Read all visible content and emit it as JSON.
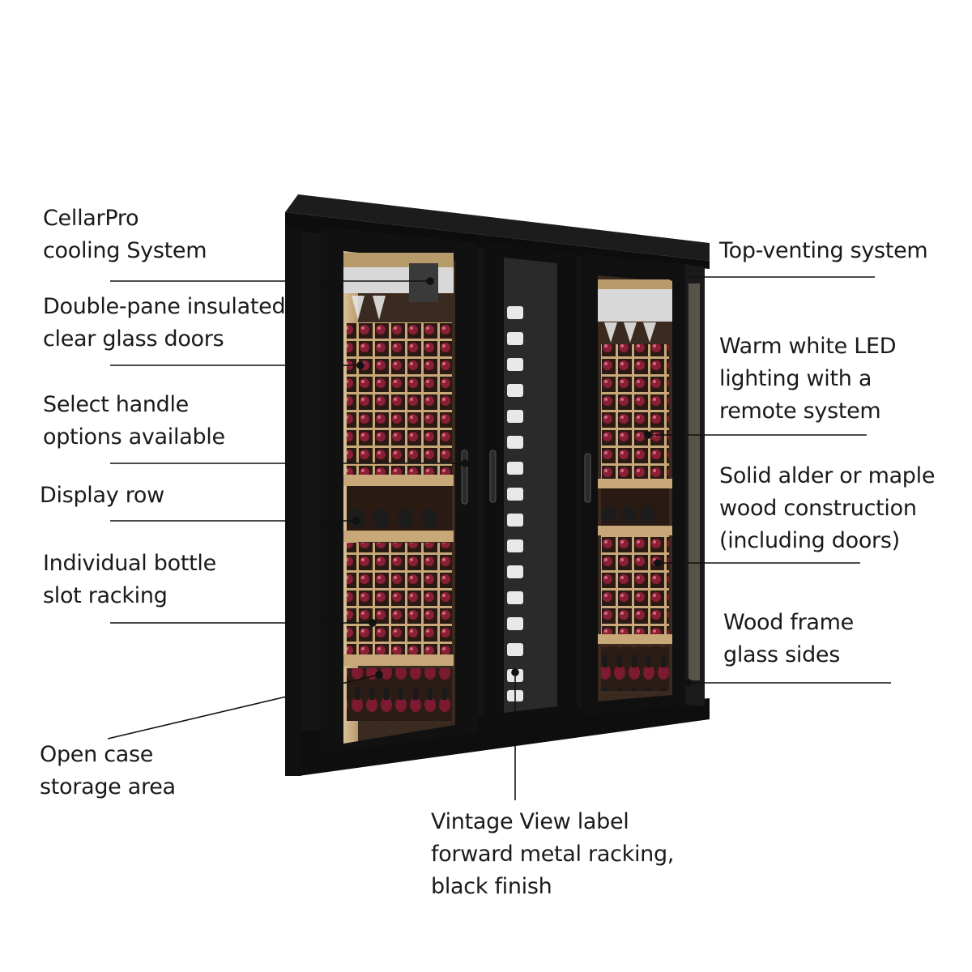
{
  "callouts": {
    "cooling": [
      "CellarPro",
      "cooling System"
    ],
    "doors": [
      "Double-pane insulated",
      "clear glass doors"
    ],
    "handle": [
      "Select handle",
      "options available"
    ],
    "display": [
      "Display row"
    ],
    "slot": [
      "Individual bottle",
      "slot racking"
    ],
    "opencase": [
      "Open case",
      "storage area"
    ],
    "vintage": [
      "Vintage View label",
      "forward metal racking,",
      "black finish"
    ],
    "venting": [
      "Top-venting system"
    ],
    "led": [
      "Warm white LED",
      "lighting with a",
      "remote system"
    ],
    "wood": [
      "Solid alder or maple",
      "wood construction",
      "(including doors)"
    ],
    "frame": [
      "Wood frame",
      "glass sides"
    ]
  },
  "colors": {
    "cabinet": "#151515",
    "wood_rack": "#c8a878",
    "wine": "#8a1f36",
    "text": "#1a1a1a",
    "leader": "#111111"
  }
}
